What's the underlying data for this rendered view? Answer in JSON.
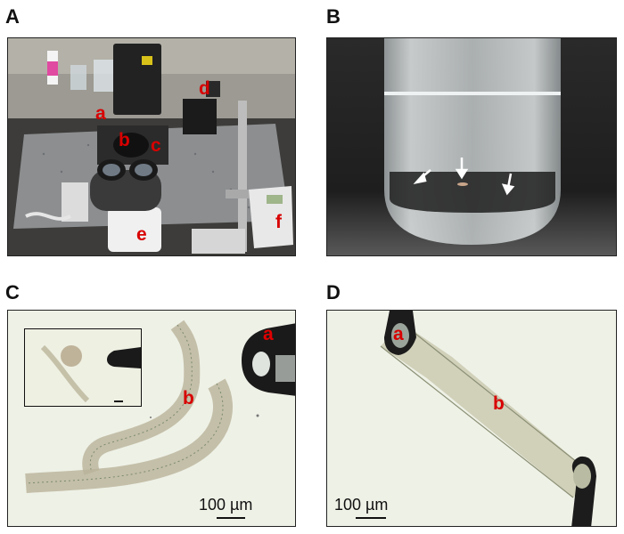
{
  "panels": {
    "A": {
      "letter": "A",
      "labels": {
        "a": "a",
        "b": "b",
        "c": "c",
        "d": "d",
        "e": "e",
        "f": "f"
      }
    },
    "B": {
      "letter": "B"
    },
    "C": {
      "letter": "C",
      "labels": {
        "a": "a",
        "b": "b"
      },
      "scale_bar": "100 µm"
    },
    "D": {
      "letter": "D",
      "labels": {
        "a": "a",
        "b": "b"
      },
      "scale_bar": "100 µm"
    }
  },
  "colors": {
    "label_red": "#d80000",
    "frame": "#222222"
  }
}
